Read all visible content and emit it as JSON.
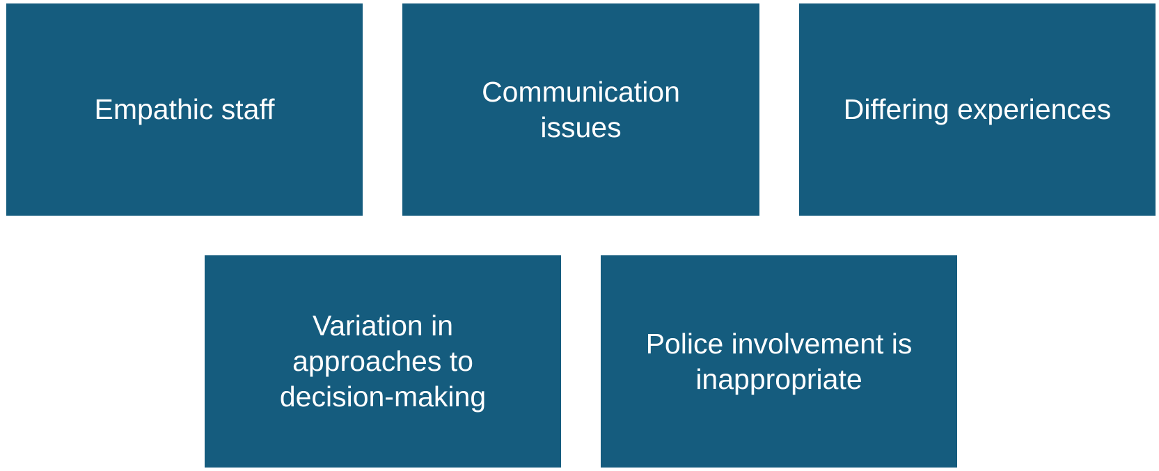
{
  "themes": [
    {
      "label": "Empathic staff"
    },
    {
      "label": "Communication issues"
    },
    {
      "label": "Differing experiences"
    },
    {
      "label": "Variation in approaches to decision-making"
    },
    {
      "label": "Police involvement is inappropriate"
    }
  ],
  "colors": {
    "box_fill": "#155c7e",
    "text": "#ffffff",
    "background": "#ffffff"
  }
}
